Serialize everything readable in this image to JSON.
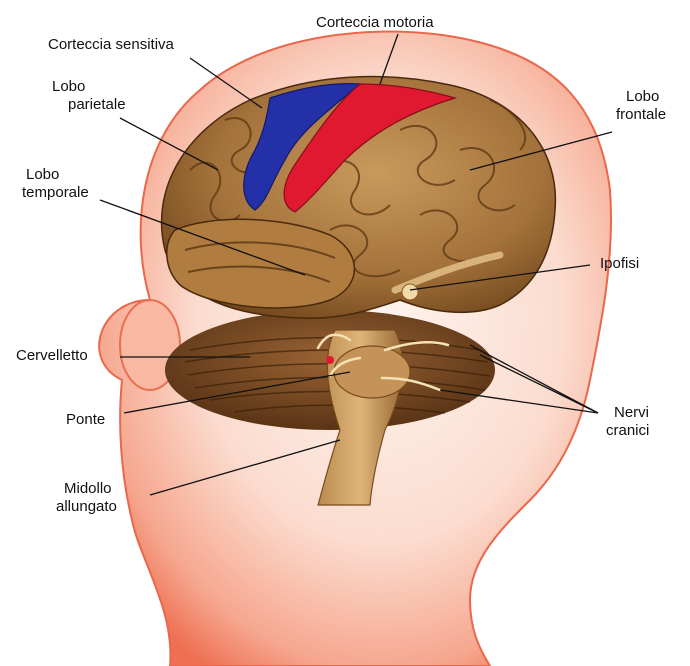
{
  "diagram": {
    "labels": {
      "corteccia_motoria": "Corteccia motoria",
      "corteccia_sensitiva": "Corteccia sensitiva",
      "lobo_parietale_line1": "Lobo",
      "lobo_parietale_line2": "parietale",
      "lobo_frontale_line1": "Lobo",
      "lobo_frontale_line2": "frontale",
      "lobo_temporale_line1": "Lobo",
      "lobo_temporale_line2": "temporale",
      "ipofisi": "Ipofisi",
      "cervelletto": "Cervelletto",
      "ponte": "Ponte",
      "nervi_cranici_line1": "Nervi",
      "nervi_cranici_line2": "cranici",
      "midollo_allungato_line1": "Midollo",
      "midollo_allungato_line2": "allungato"
    },
    "colors": {
      "head_skin": "#f6c2b0",
      "head_rim": "#f07a5c",
      "brain": "#a9773f",
      "brain_dark": "#5e3a17",
      "sensory_cortex": "#2330a8",
      "motor_cortex": "#e01830",
      "cerebellum": "#7a4a22",
      "leader_line": "#111111"
    }
  }
}
